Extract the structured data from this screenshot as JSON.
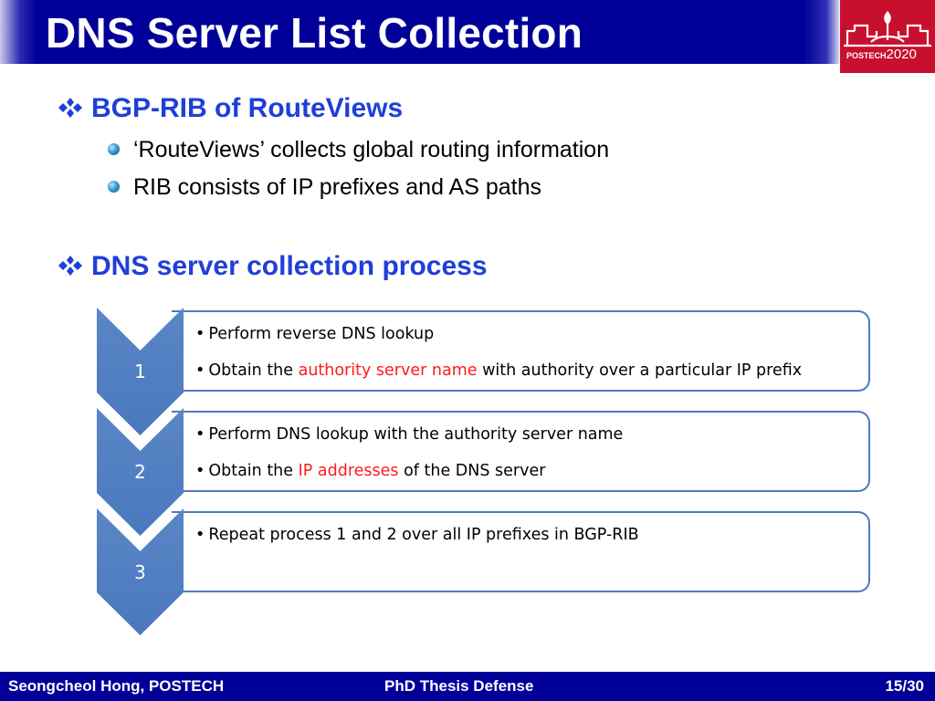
{
  "slide": {
    "title": "DNS Server List Collection"
  },
  "logo": {
    "brand": "POSTECH",
    "year": "2020"
  },
  "section1": {
    "heading": "BGP-RIB of RouteViews",
    "bullets": [
      "‘RouteViews’ collects global routing information",
      "RIB consists of IP prefixes and AS paths"
    ]
  },
  "section2": {
    "heading": "DNS server collection process"
  },
  "steps": [
    {
      "number": "1",
      "lines": [
        {
          "before": "Perform reverse DNS lookup"
        },
        {
          "before": "Obtain the ",
          "highlight": "authority server name",
          "after": " with authority over a particular IP prefix"
        }
      ]
    },
    {
      "number": "2",
      "lines": [
        {
          "before": "Perform DNS lookup with the authority server name"
        },
        {
          "before": "Obtain the ",
          "highlight": "IP addresses",
          "after": " of the DNS server"
        }
      ]
    },
    {
      "number": "3",
      "lines": [
        {
          "before": "Repeat process 1 and 2 over all IP prefixes in BGP-RIB"
        }
      ]
    }
  ],
  "footer": {
    "author": "Seongcheol Hong, POSTECH",
    "event": "PhD Thesis Defense",
    "page": "15/30"
  },
  "colors": {
    "title_bar": "#000099",
    "heading": "#1f3fd9",
    "step_accent": "#4f79bd",
    "highlight": "#ff1a1a",
    "logo_bg": "#c8102e"
  }
}
